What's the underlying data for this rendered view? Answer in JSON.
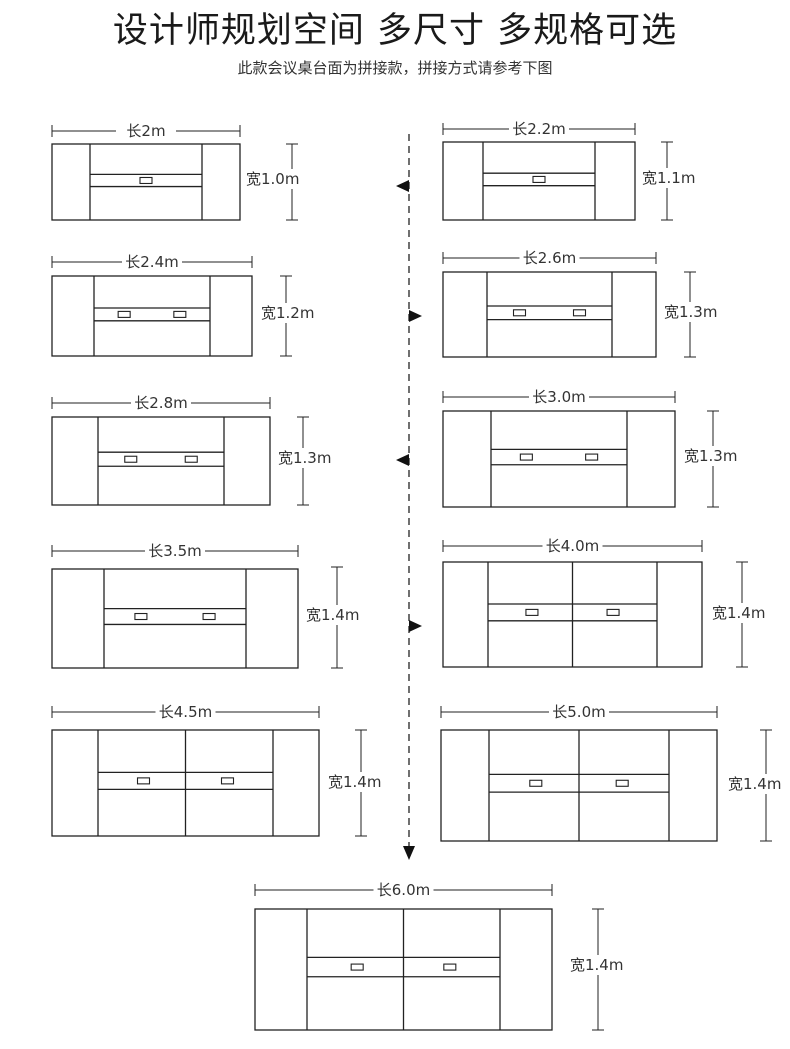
{
  "header": {
    "title": "设计师规划空间 多尺寸 多规格可选",
    "subtitle": "此款会议桌台面为拼接款，拼接方式请参考下图"
  },
  "tables": [
    {
      "length_label": "长2m",
      "width_label": "宽1.0m",
      "drawers": 1,
      "middle_sections": 1
    },
    {
      "length_label": "长2.2m",
      "width_label": "宽1.1m",
      "drawers": 1,
      "middle_sections": 1
    },
    {
      "length_label": "长2.4m",
      "width_label": "宽1.2m",
      "drawers": 2,
      "middle_sections": 1
    },
    {
      "length_label": "长2.6m",
      "width_label": "宽1.3m",
      "drawers": 2,
      "middle_sections": 1
    },
    {
      "length_label": "长2.8m",
      "width_label": "宽1.3m",
      "drawers": 2,
      "middle_sections": 1
    },
    {
      "length_label": "长3.0m",
      "width_label": "宽1.3m",
      "drawers": 2,
      "middle_sections": 1
    },
    {
      "length_label": "长3.5m",
      "width_label": "宽1.4m",
      "drawers": 2,
      "middle_sections": 1
    },
    {
      "length_label": "长4.0m",
      "width_label": "宽1.4m",
      "drawers": 2,
      "middle_sections": 2
    },
    {
      "length_label": "长4.5m",
      "width_label": "宽1.4m",
      "drawers": 2,
      "middle_sections": 2
    },
    {
      "length_label": "长5.0m",
      "width_label": "宽1.4m",
      "drawers": 2,
      "middle_sections": 2
    },
    {
      "length_label": "长6.0m",
      "width_label": "宽1.4m",
      "drawers": 2,
      "middle_sections": 2
    }
  ]
}
